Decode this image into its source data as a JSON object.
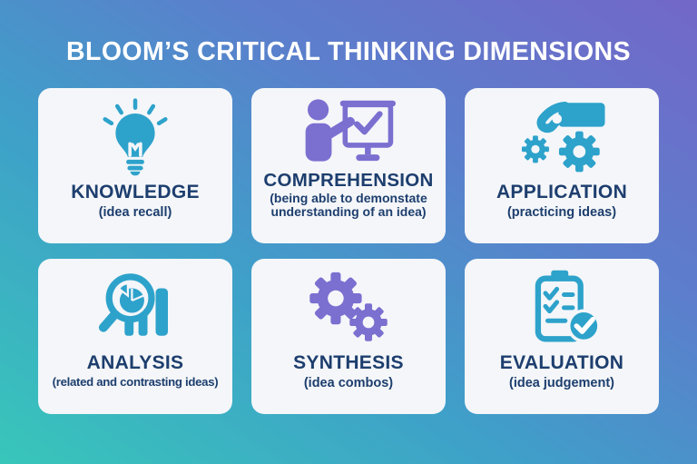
{
  "title": "BLOOM’S CRITICAL THINKING DIMENSIONS",
  "colors": {
    "title_color": "#ffffff",
    "heading": "#1d3e6e",
    "card_bg": "#f4f6f9",
    "teal_icon": "#2da2cb",
    "purple_icon": "#7b6fd0",
    "bg_gradient_start": "#38c6ba",
    "bg_gradient_mid1": "#3f9fc9",
    "bg_gradient_mid2": "#5b7fcc",
    "bg_gradient_end": "#7367c8"
  },
  "cards": [
    {
      "id": "knowledge",
      "icon": "lightbulb-icon",
      "icon_color": "#2da2cb",
      "label": "KNOWLEDGE",
      "sub": "(idea recall)"
    },
    {
      "id": "comprehension",
      "icon": "presenter-board-icon",
      "icon_color": "#7b6fd0",
      "label": "COMPREHENSION",
      "sub": "(being able to demonstate understanding of an idea)"
    },
    {
      "id": "application",
      "icon": "hand-gears-icon",
      "icon_color": "#2da2cb",
      "label": "APPLICATION",
      "sub": "(practicing ideas)"
    },
    {
      "id": "analysis",
      "icon": "magnifier-chart-icon",
      "icon_color": "#2da2cb",
      "label": "ANALYSIS",
      "sub": "(related and contrasting ideas)"
    },
    {
      "id": "synthesis",
      "icon": "gears-icon",
      "icon_color": "#7b6fd0",
      "label": "SYNTHESIS",
      "sub": "(idea combos)"
    },
    {
      "id": "evaluation",
      "icon": "checklist-check-icon",
      "icon_color": "#2da2cb",
      "label": "EVALUATION",
      "sub": "(idea judgement)"
    }
  ]
}
